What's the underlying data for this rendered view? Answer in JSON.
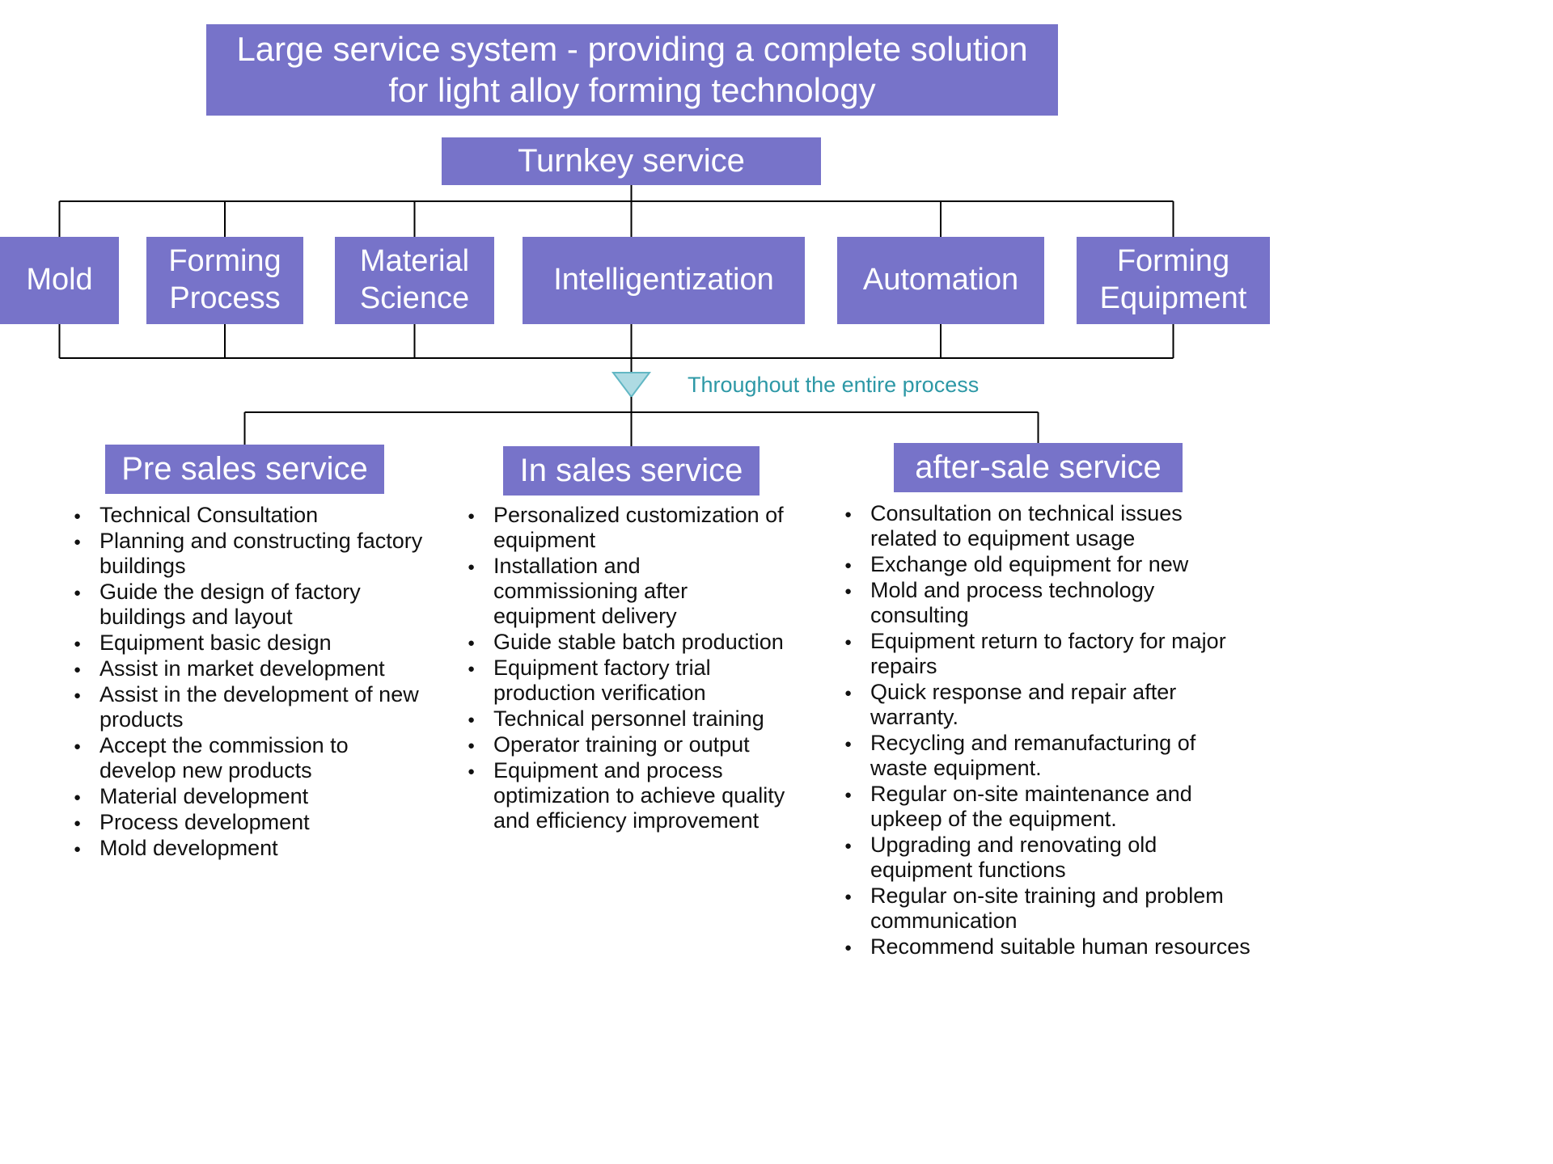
{
  "colors": {
    "box_purple": "#7773c9",
    "box_text": "#ffffff",
    "note_teal": "#2d98a6",
    "arrow_fill": "#aedbe3",
    "arrow_stroke": "#62b7c4",
    "line_black": "#000000",
    "list_text": "#111111"
  },
  "title": "Large service system - providing a complete solution\nfor light alloy forming technology",
  "turnkey_label": "Turnkey service",
  "disciplines": [
    "Mold",
    "Forming Process",
    "Material Science",
    "Intelligentization",
    "Automation",
    "Forming Equipment"
  ],
  "process_note": "Throughout the entire process",
  "sections": [
    {
      "title": "Pre sales service",
      "items": [
        "Technical Consultation",
        "Planning and constructing factory buildings",
        "Guide the design of factory buildings and layout",
        "Equipment basic design",
        "Assist in market development",
        "Assist in the development of new products",
        "Accept the commission to develop new products",
        "Material development",
        "Process development",
        "Mold development"
      ]
    },
    {
      "title": "In sales service",
      "items": [
        "Personalized customization of equipment",
        "Installation and commissioning after equipment delivery",
        "Guide stable batch production",
        "Equipment factory trial production verification",
        "Technical personnel training",
        "Operator training or output",
        "Equipment and process optimization to achieve quality and efficiency improvement"
      ]
    },
    {
      "title": "after-sale service",
      "items": [
        "Consultation on technical issues related to equipment usage",
        "Exchange old equipment for new",
        "Mold and process technology consulting",
        "Equipment return to factory for major repairs",
        "Quick response and repair after warranty.",
        "Recycling and remanufacturing of waste equipment.",
        "Regular on-site maintenance and upkeep of the equipment.",
        "Upgrading and renovating old equipment functions",
        "Regular on-site training and problem communication",
        "Recommend suitable human resources"
      ]
    }
  ]
}
